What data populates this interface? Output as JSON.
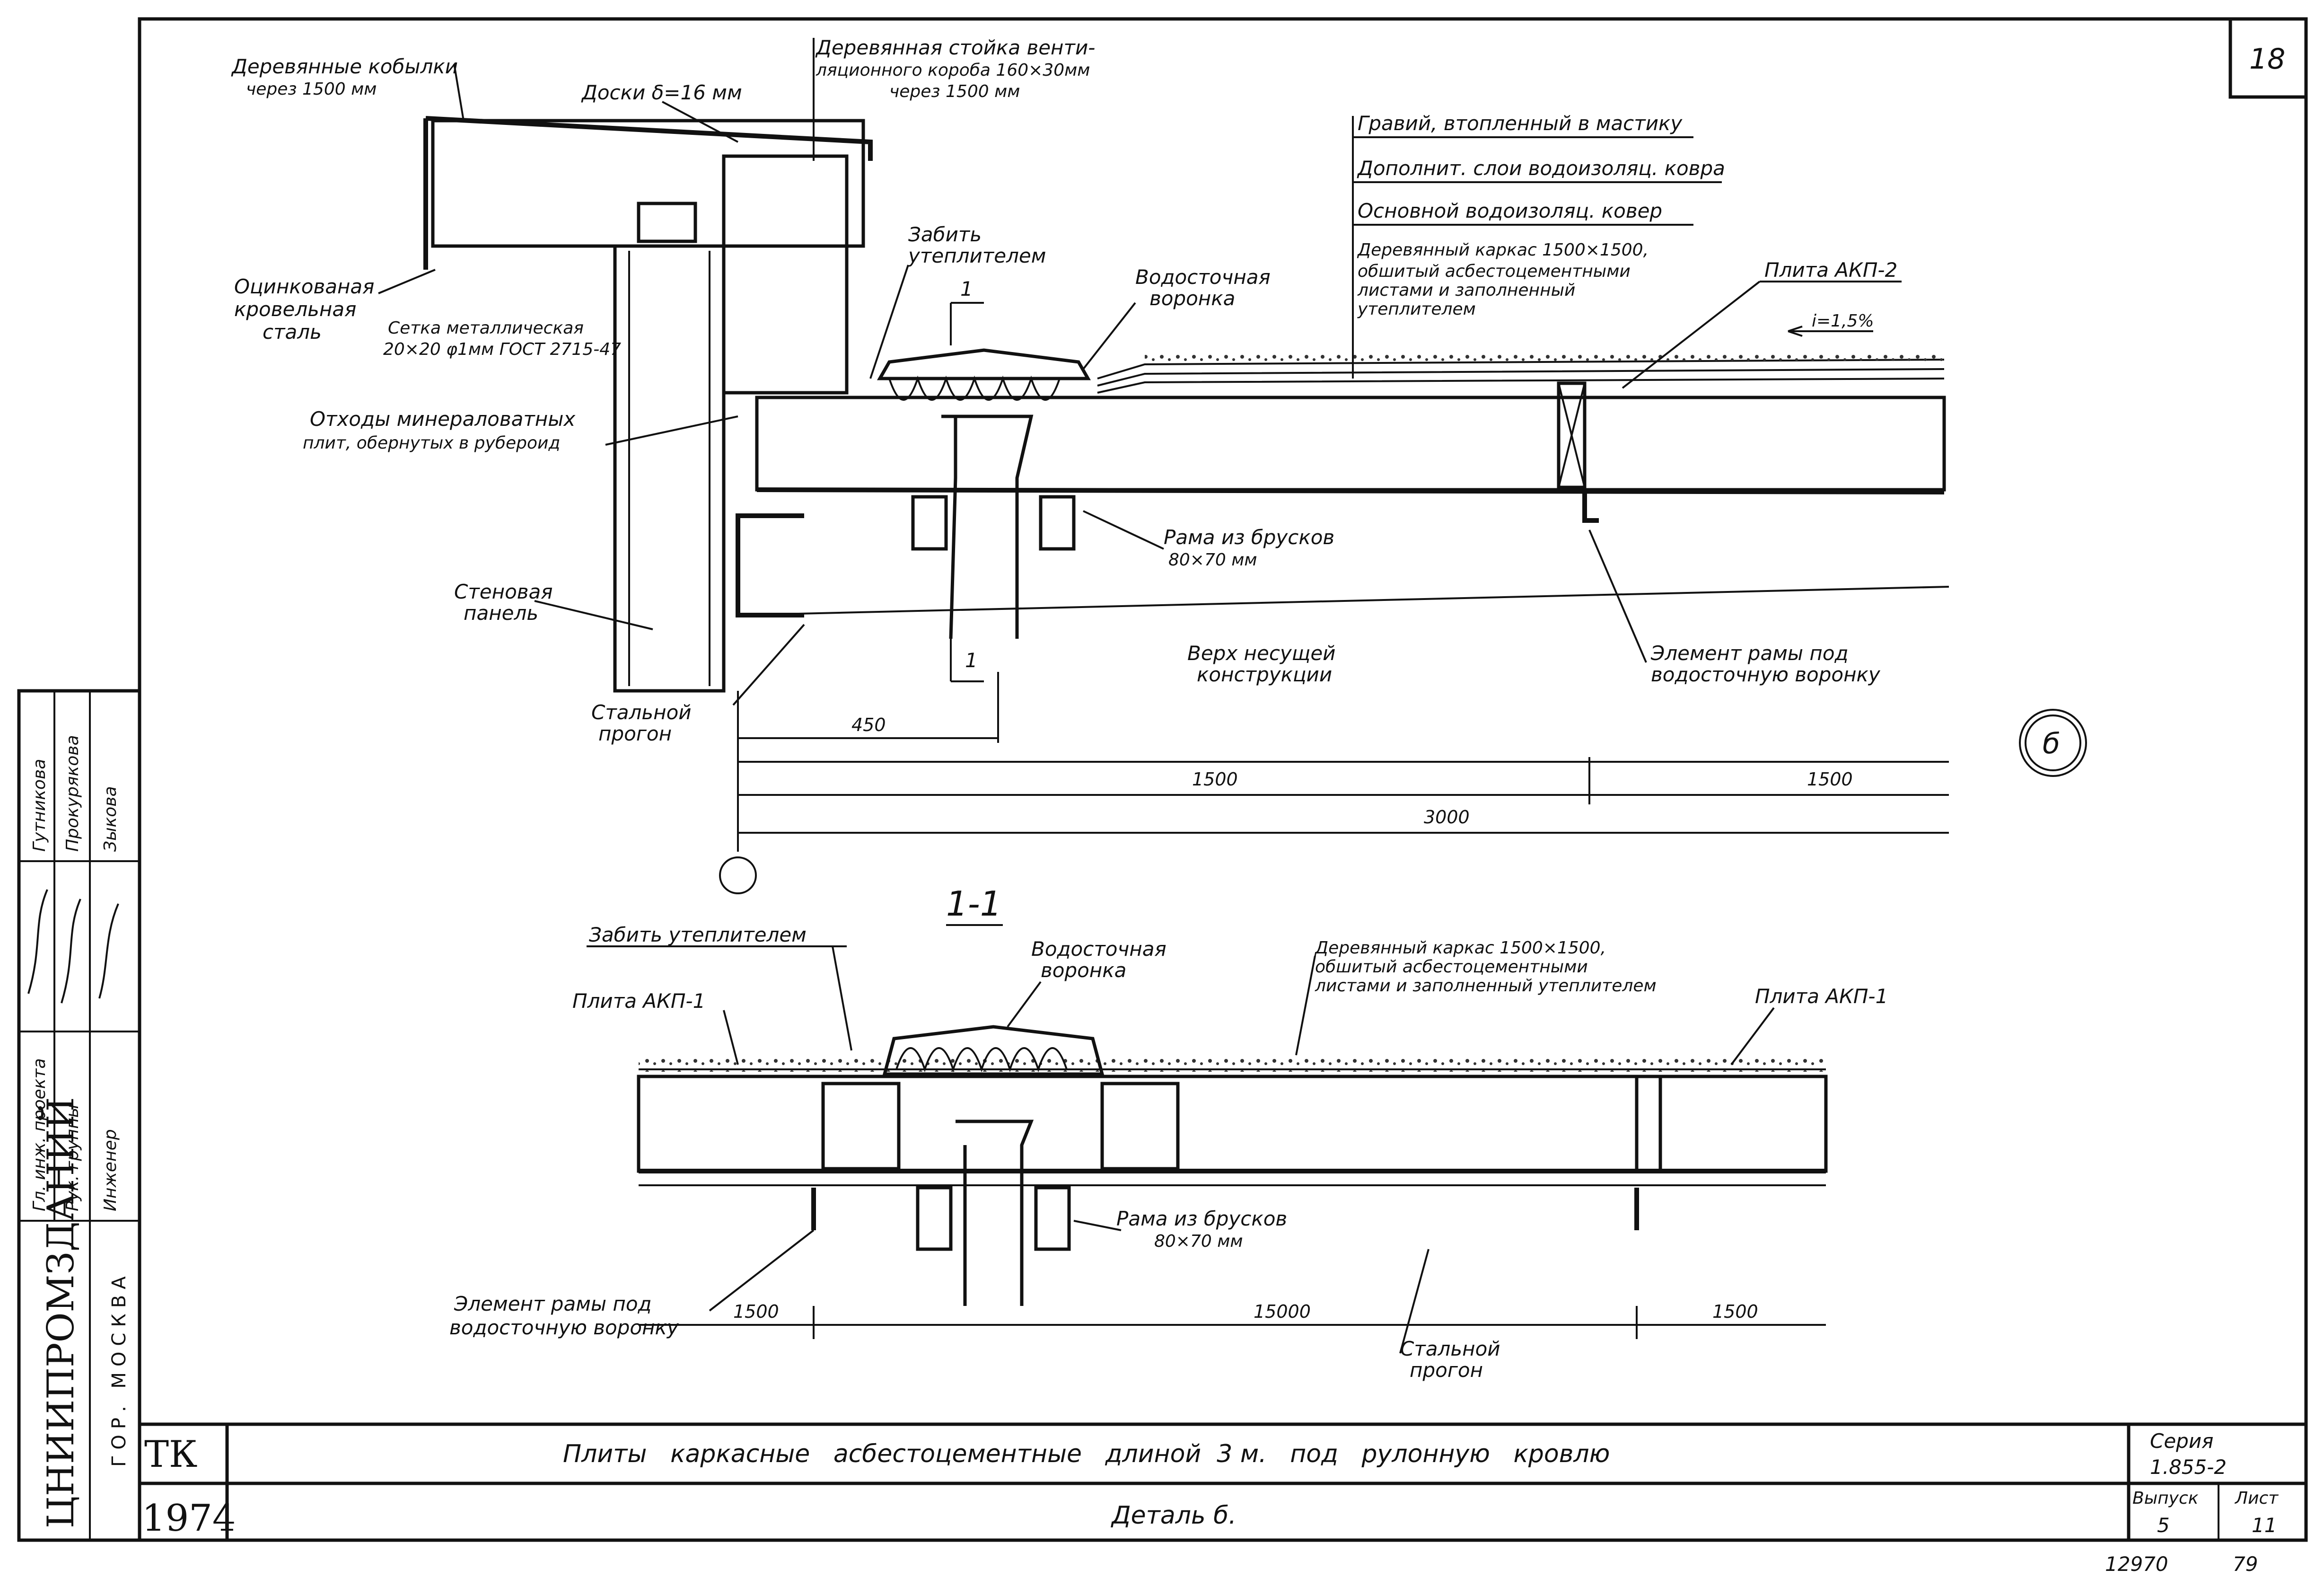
{
  "sheet": {
    "sheet_corner_number": "18",
    "detail_marker": "б",
    "section_mark": "1-1",
    "section_arrow_label": "1",
    "bottom_code": "12970",
    "bottom_page": "79"
  },
  "upper_labels": {
    "wood_mares": [
      "Деревянные кобылки",
      "через 1500 мм"
    ],
    "boards": "Доски δ=16 мм",
    "vent_post": [
      "Деревянная стойка венти-",
      "ляционного короба 160×30мм",
      "через 1500 мм"
    ],
    "gravel": "Гравий, втопленный в мастику",
    "extra_layers": "Дополнит. слои водоизоляц. ковра",
    "main_carpet": "Основной водоизоляц. ковер",
    "wood_frame": [
      "Деревянный каркас 1500×1500,",
      "обшитый асбестоцементными",
      "листами и заполненный",
      "утеплителем"
    ],
    "plate_akp2": "Плита АКП-2",
    "slope": "i=1,5%",
    "insulate": [
      "Забить",
      "утеплителем"
    ],
    "funnel": [
      "Водосточная",
      "воронка"
    ],
    "galv_steel": [
      "Оцинкованая",
      "кровельная",
      "сталь"
    ],
    "mesh": [
      "Сетка металлическая",
      "20×20 φ1мм ГОСТ 2715-47"
    ],
    "mineral_waste": [
      "Отходы минераловатных",
      "плит, обернутых в рубероид"
    ],
    "wall_panel": [
      "Стеновая",
      "панель"
    ],
    "steel_purlin": [
      "Стальной",
      "прогон"
    ],
    "bar_frame": [
      "Рама из брусков",
      "80×70 мм"
    ],
    "bearing_top": [
      "Верх несущей",
      "конструкции"
    ],
    "frame_element": [
      "Элемент рамы под",
      "водосточную воронку"
    ]
  },
  "upper_dims": {
    "d450": "450",
    "d1500_a": "1500",
    "d1500_b": "1500",
    "d3000": "3000"
  },
  "section_labels": {
    "insulate": "Забить утеплителем",
    "funnel": [
      "Водосточная",
      "воронка"
    ],
    "wood_frame": [
      "Деревянный каркас 1500×1500,",
      "обшитый асбестоцементными",
      "листами и заполненный утеплителем"
    ],
    "plate_akp1_left": "Плита АКП-1",
    "plate_akp1_right": "Плита АКП-1",
    "bar_frame": [
      "Рама из брусков",
      "80×70 мм"
    ],
    "frame_element": [
      "Элемент рамы под",
      "водосточную воронку"
    ],
    "steel_purlin": [
      "Стальной",
      "прогон"
    ]
  },
  "section_dims": {
    "d1500_left": "1500",
    "d15000": "15000",
    "d1500_right": "1500"
  },
  "side_stamp": {
    "org": "ЦНИИПРОМЗДАНИЙ",
    "city": "ГОР. МОСКВА",
    "roles": [
      "Гл. инж. проекта",
      "Рук. группы",
      "Инженер"
    ],
    "names": [
      "Гутникова",
      "Прокурякова",
      "Зыкова"
    ]
  },
  "title_block": {
    "tk": "ТК",
    "year": "1974",
    "title": "Плиты   каркасные   асбестоцементные   длиной  3 м.   под   рулонную   кровлю",
    "subtitle": "Деталь б.",
    "series_label": "Серия",
    "series_value": "1.855-2",
    "issue_label": "Выпуск",
    "issue_value": "5",
    "sheet_label": "Лист",
    "sheet_value": "11"
  }
}
